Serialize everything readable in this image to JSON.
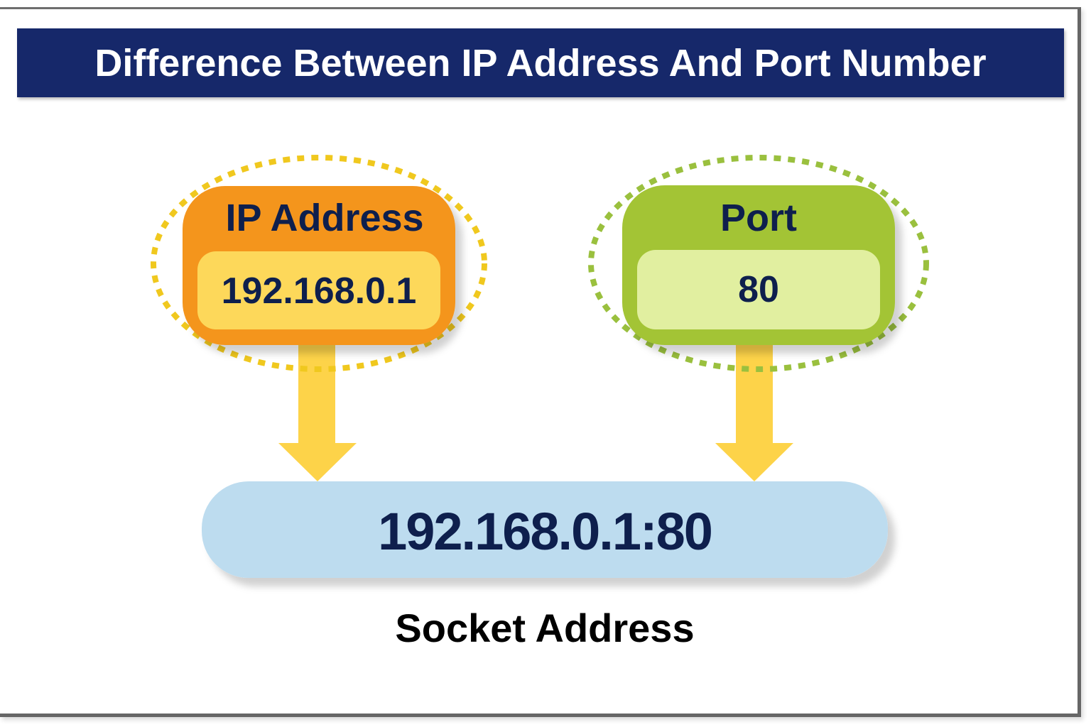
{
  "title": "Difference Between IP Address And Port Number",
  "ip_box": {
    "heading": "IP Address",
    "value": "192.168.0.1"
  },
  "port_box": {
    "heading": "Port",
    "value": "80"
  },
  "socket_box": {
    "value": "192.168.0.1:80",
    "caption": "Socket Address"
  },
  "colors": {
    "title_bg": "#16286a",
    "ip_outer": "#f4951f",
    "ip_inner": "#fdd85a",
    "ip_dots": "#f0c81e",
    "port_outer": "#a3c435",
    "port_inner": "#e1efa0",
    "port_dots": "#9ac03e",
    "arrow": "#fdd349",
    "socket_bg": "#bddcef",
    "text_dark": "#0e1f4d"
  }
}
